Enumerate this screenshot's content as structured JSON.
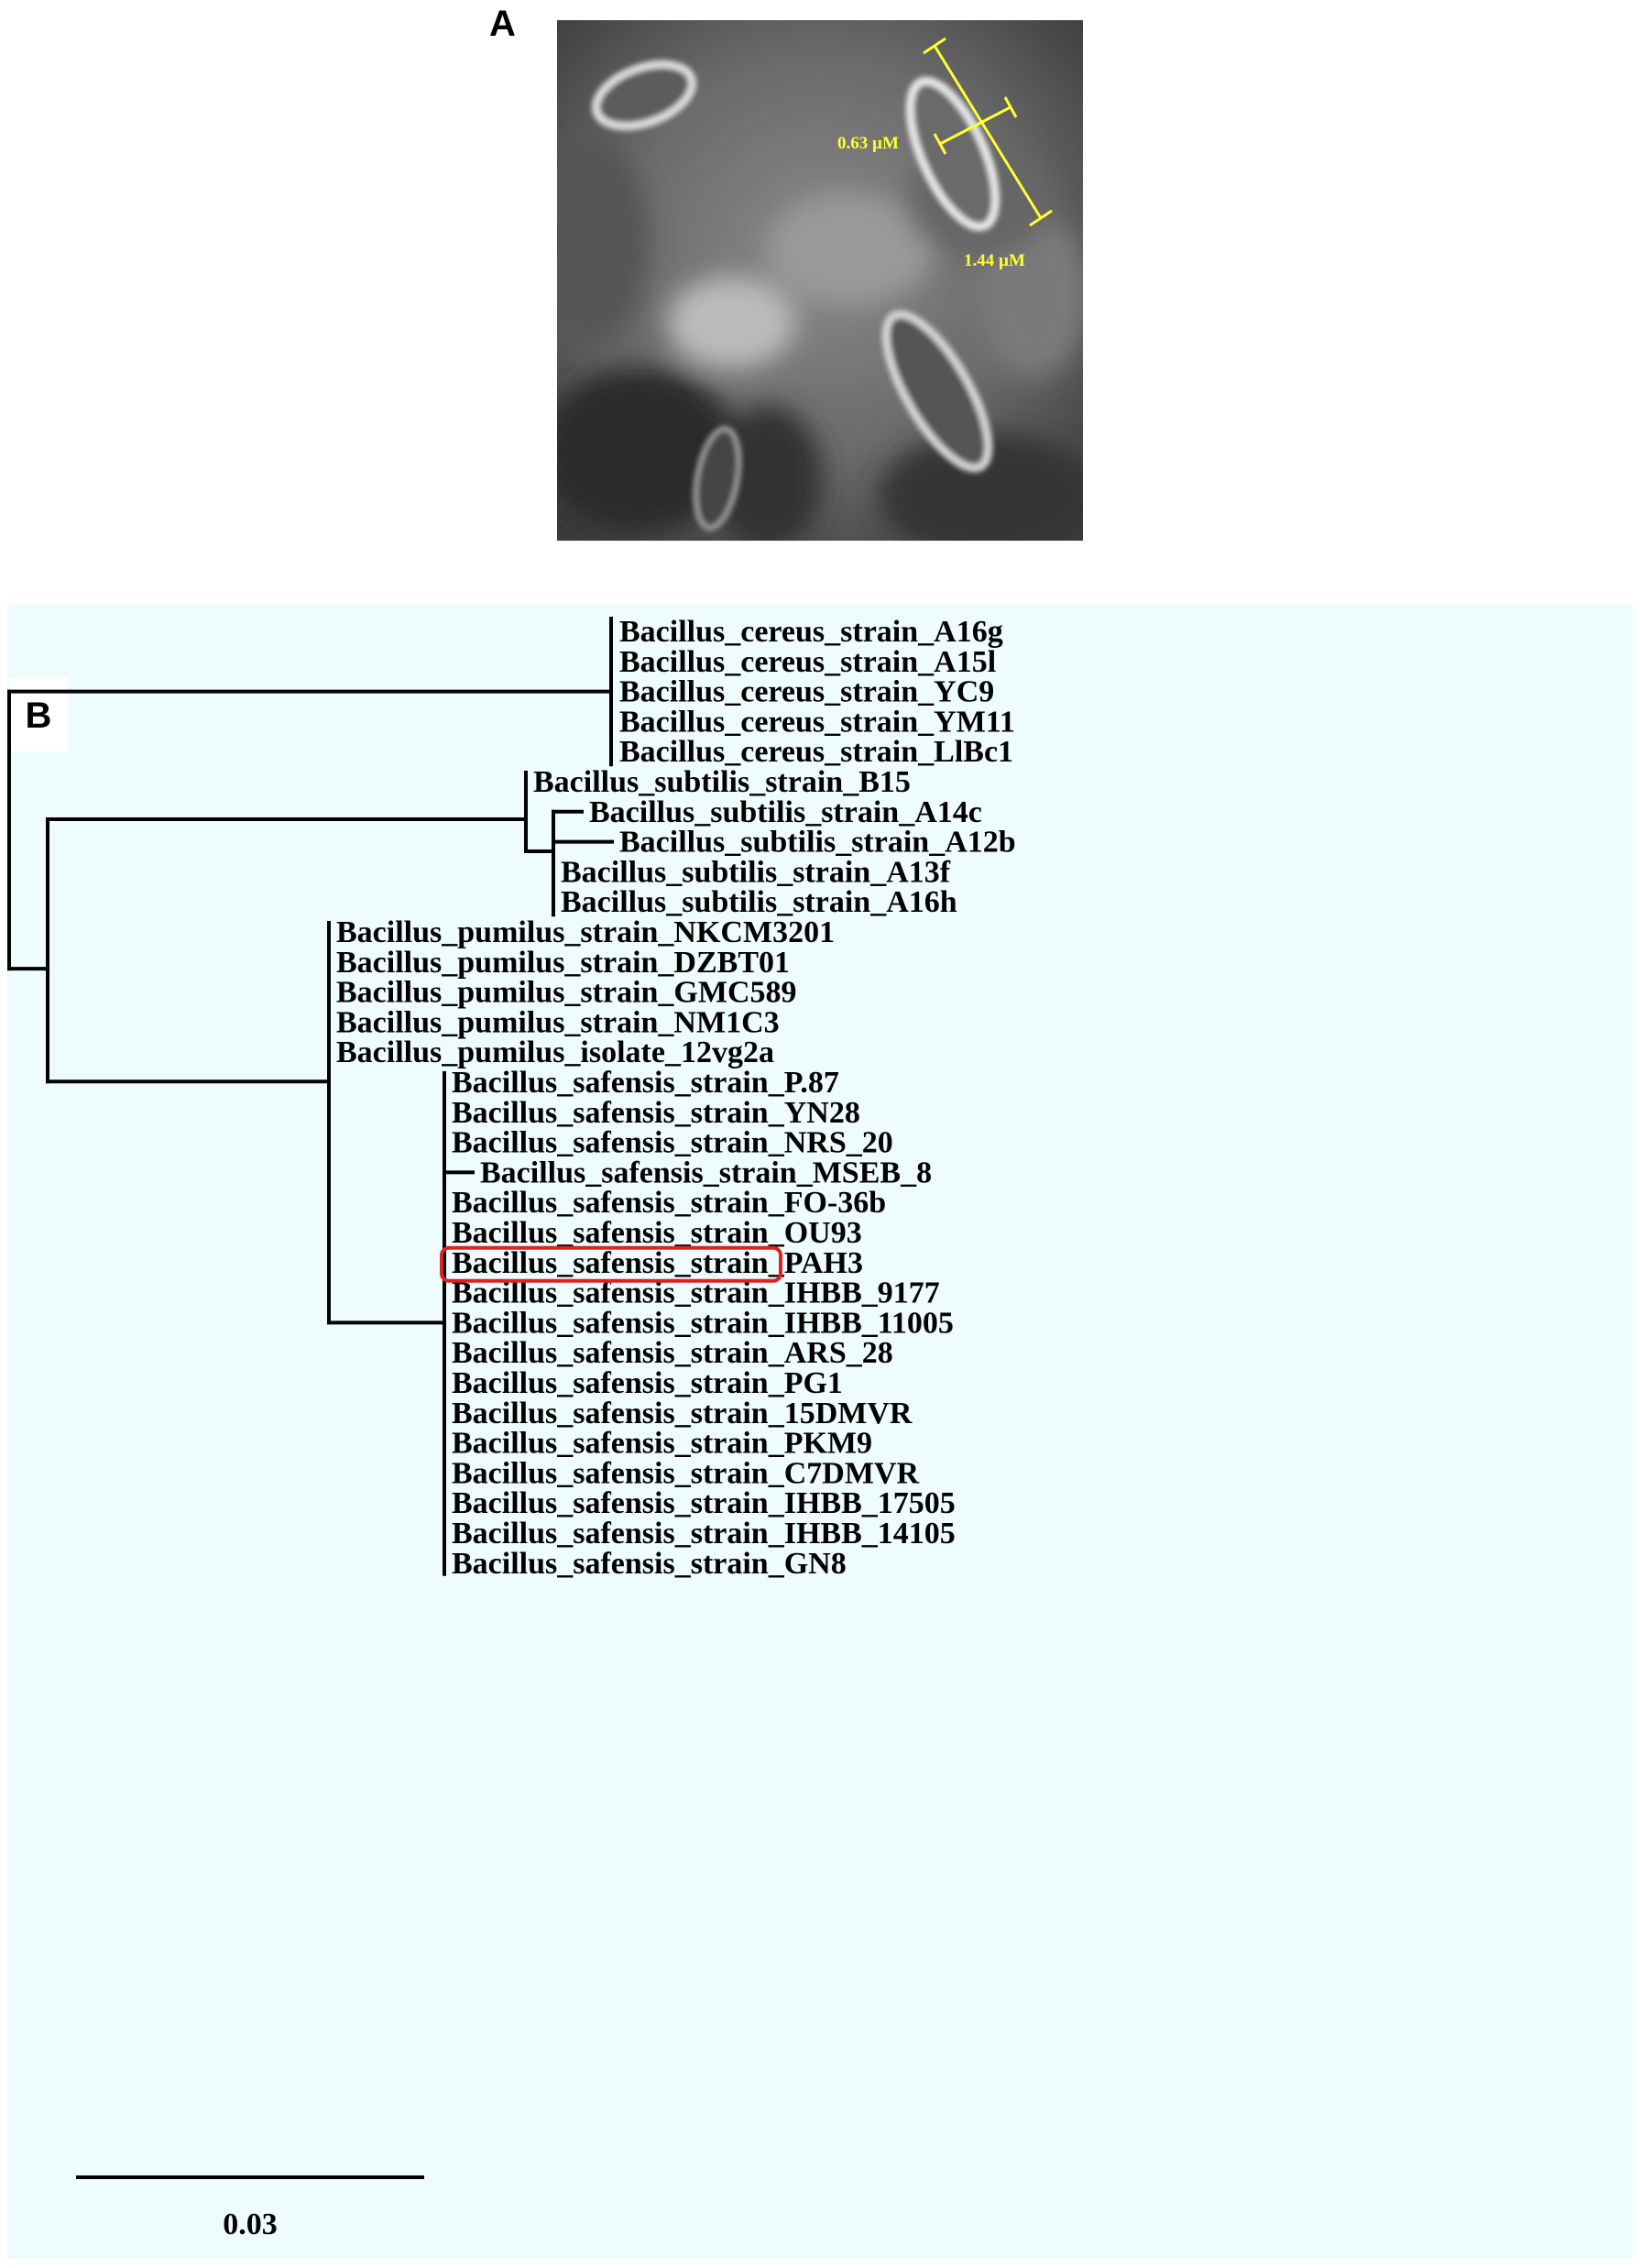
{
  "panels": {
    "a_label": "A",
    "b_label": "B"
  },
  "micrograph": {
    "width_measure": "0.63 µM",
    "length_measure": "1.44 µM",
    "measure_color": "#ffff33"
  },
  "tree": {
    "background_color": "#eefcfd",
    "highlight_color": "#dd2222",
    "highlighted_leaf": "Bacillus_safensis_strain_PAH3",
    "scale_bar": {
      "label": "0.03",
      "value": 0.03
    },
    "leaves": [
      "Bacillus_cereus_strain_A16g",
      "Bacillus_cereus_strain_A15l",
      "Bacillus_cereus_strain_YC9",
      "Bacillus_cereus_strain_YM11",
      "Bacillus_cereus_strain_LlBc1",
      "Bacillus_subtilis_strain_B15",
      "Bacillus_subtilis_strain_A14c",
      "Bacillus_subtilis_strain_A12b",
      "Bacillus_subtilis_strain_A13f",
      "Bacillus_subtilis_strain_A16h",
      "Bacillus_pumilus_strain_NKCM3201",
      "Bacillus_pumilus_strain_DZBT01",
      "Bacillus_pumilus_strain_GMC589",
      "Bacillus_pumilus_strain_NM1C3",
      "Bacillus_pumilus_isolate_12vg2a",
      "Bacillus_safensis_strain_P.87",
      "Bacillus_safensis_strain_YN28",
      "Bacillus_safensis_strain_NRS_20",
      "Bacillus_safensis_strain_MSEB_8",
      "Bacillus_safensis_strain_FO-36b",
      "Bacillus_safensis_strain_OU93",
      "Bacillus_safensis_strain_PAH3",
      "Bacillus_safensis_strain_IHBB_9177",
      "Bacillus_safensis_strain_IHBB_11005",
      "Bacillus_safensis_strain_ARS_28",
      "Bacillus_safensis_strain_PG1",
      "Bacillus_safensis_strain_15DMVR",
      "Bacillus_safensis_strain_PKM9",
      "Bacillus_safensis_strain_C7DMVR",
      "Bacillus_safensis_strain_IHBB_17505",
      "Bacillus_safensis_strain_IHBB_14105",
      "Bacillus_safensis_strain_GN8"
    ]
  }
}
